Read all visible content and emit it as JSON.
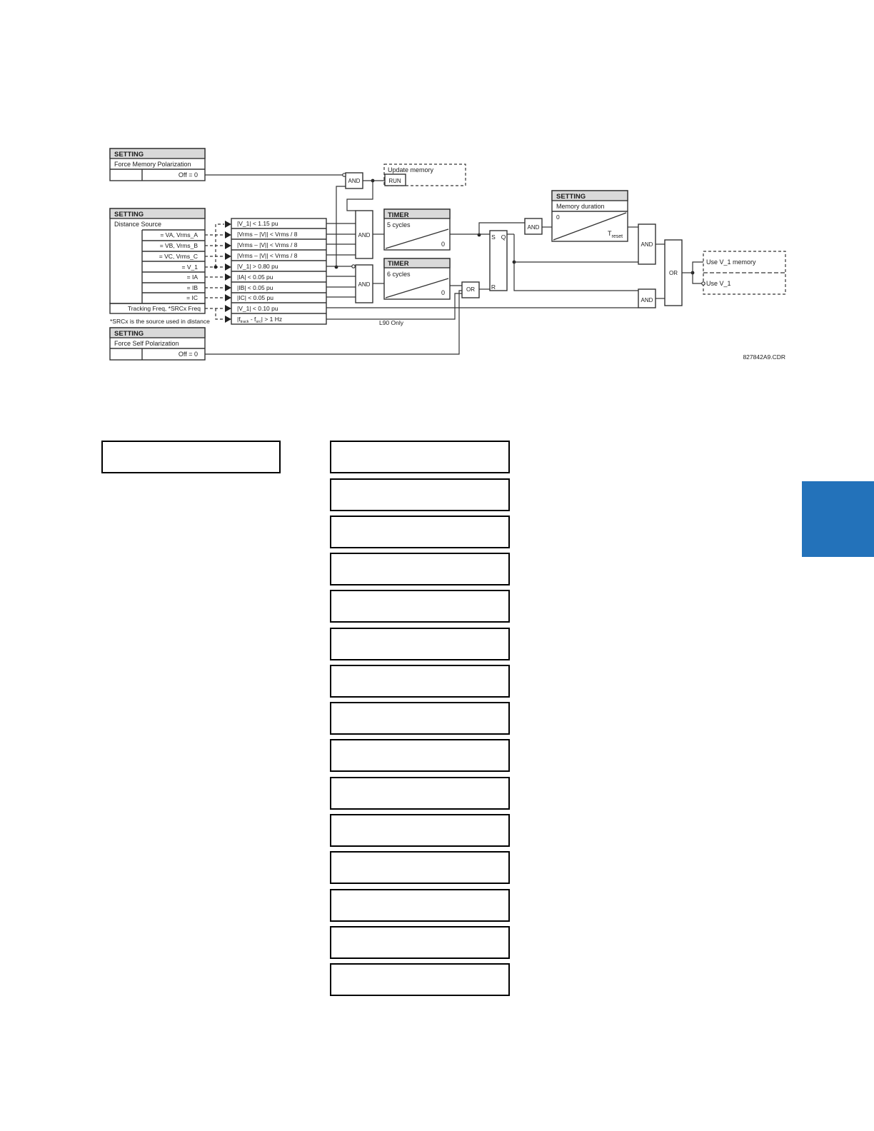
{
  "diagram": {
    "setting_header": "SETTING",
    "timer_header": "TIMER",
    "force_memory": {
      "name": "Force Memory Polarization",
      "value": "Off = 0"
    },
    "distance_source": {
      "name": "Distance Source",
      "rows": [
        "= VA, Vrms_A",
        "= VB, Vrms_B",
        "= VC, Vrms_C",
        "= V_1",
        "= IA",
        "= IB",
        "= IC"
      ],
      "tracking": "Tracking Freq, *SRCx Freq"
    },
    "footnote": "*SRCx is the source used in distance",
    "force_self": {
      "name": "Force Self Polarization",
      "value": "Off = 0"
    },
    "conditions": [
      "|V_1| < 1.15 pu",
      "|Vrms – |V|| < Vrms / 8",
      "|Vrms – |V|| < Vrms / 8",
      "|Vrms – |V|| < Vrms / 8",
      "|V_1| > 0.80 pu",
      "|IA| < 0.05 pu",
      "|IB| < 0.05 pu",
      "|IC| < 0.05 pu",
      "|V_1| < 0.10 pu"
    ],
    "freq_condition": {
      "pre": "|f",
      "sub1": "track",
      "mid": " - f",
      "sub2": "src",
      "post": "| > 1 Hz"
    },
    "gates": {
      "and": "AND",
      "or": "OR"
    },
    "update_memory": {
      "title": "Update memory",
      "run": "RUN"
    },
    "timer1": {
      "value": "5 cycles",
      "zero": "0"
    },
    "timer2": {
      "value": "6 cycles",
      "zero": "0"
    },
    "latch": {
      "s": "S",
      "q": "Q",
      "r": "R"
    },
    "memory_duration": {
      "name": "Memory duration",
      "zero": "0",
      "treset": "T",
      "treset_sub": "reset"
    },
    "l90_only": "L90 Only",
    "outputs": [
      "Use V_1 memory",
      "Use V_1"
    ],
    "figure_code": "827842A9.CDR"
  },
  "colors": {
    "tab": "#2372BA",
    "line": "#333333",
    "header_fill": "#d9d9d9"
  }
}
